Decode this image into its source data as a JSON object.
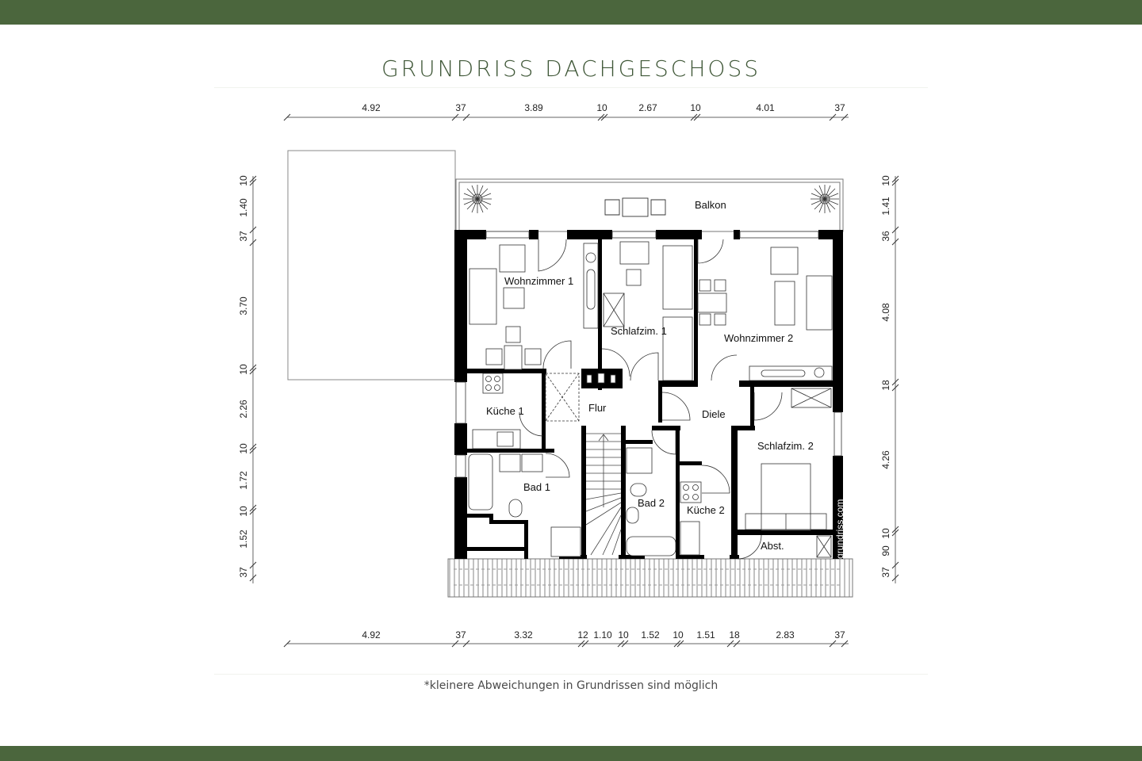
{
  "header": {
    "title": "GRUNDRISS DACHGESCHOSS"
  },
  "footer": {
    "note": "*kleinere Abweichungen in Grundrissen sind möglich"
  },
  "colors": {
    "brand_green": "#4b663d",
    "title_green": "#3f5737",
    "wall": "#000000",
    "line": "#555555"
  },
  "rooms": {
    "balkon": "Balkon",
    "wohnzimmer1": "Wohnzimmer 1",
    "schlafzim1": "Schlafzim. 1",
    "wohnzimmer2": "Wohnzimmer 2",
    "kueche1": "Küche 1",
    "flur": "Flur",
    "diele": "Diele",
    "schlafzim2": "Schlafzim. 2",
    "bad1": "Bad 1",
    "bad2": "Bad 2",
    "kueche2": "Küche 2",
    "abst": "Abst."
  },
  "watermark": "grundriss.com",
  "dimensions": {
    "top": [
      "4.92",
      "37",
      "3.89",
      "10",
      "2.67",
      "10",
      "4.01",
      "37"
    ],
    "bottom": [
      "4.92",
      "37",
      "3.32",
      "12",
      "1.10",
      "10",
      "1.52",
      "10",
      "1.51",
      "18",
      "2.83",
      "37"
    ],
    "left": [
      "10",
      "1.40",
      "37",
      "3.70",
      "10",
      "2.26",
      "10",
      "1.72",
      "10",
      "1.52",
      "37"
    ],
    "right": [
      "10",
      "1.41",
      "36",
      "4.08",
      "18",
      "4.26",
      "10",
      "90",
      "37"
    ]
  }
}
